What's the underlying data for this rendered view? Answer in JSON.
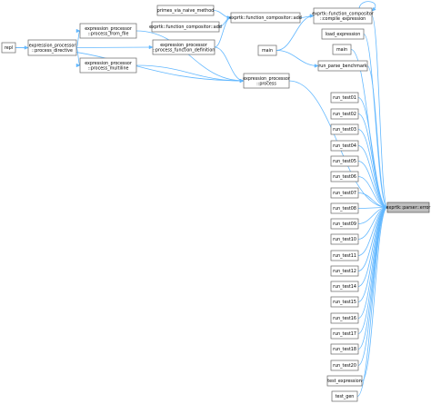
{
  "diagram": {
    "root": "exprtk::parser::error",
    "nodes": [
      {
        "id": "repl",
        "lines": [
          "repl"
        ]
      },
      {
        "id": "ep_process_directive",
        "lines": [
          "expression_processor",
          "::process_directive"
        ]
      },
      {
        "id": "ep_process_from_file",
        "lines": [
          "expression_processor",
          "::process_from_file"
        ]
      },
      {
        "id": "ep_process_multiline",
        "lines": [
          "expression_processor",
          "::process_multiline"
        ]
      },
      {
        "id": "primes_via_naive_method",
        "lines": [
          "primes_via_naive_method"
        ]
      },
      {
        "id": "fc_add_free",
        "lines": [
          "exprtk::function_compositor::add"
        ]
      },
      {
        "id": "ep_process_function_definition",
        "lines": [
          "expression_processor",
          "::process_function_definition"
        ]
      },
      {
        "id": "fc_add",
        "lines": [
          "exprtk::function_compositor::add"
        ]
      },
      {
        "id": "ep_process",
        "lines": [
          "expression_processor",
          "::process"
        ]
      },
      {
        "id": "main_a",
        "lines": [
          "main"
        ]
      },
      {
        "id": "fc_compile_expression",
        "lines": [
          "exprtk::function_compositor",
          "::compile_expression"
        ]
      },
      {
        "id": "load_expression",
        "lines": [
          "load_expression"
        ]
      },
      {
        "id": "main_b",
        "lines": [
          "main"
        ]
      },
      {
        "id": "run_parse_benchmark",
        "lines": [
          "run_parse_benchmark"
        ]
      },
      {
        "id": "run_test01",
        "lines": [
          "run_test01"
        ]
      },
      {
        "id": "run_test02",
        "lines": [
          "run_test02"
        ]
      },
      {
        "id": "run_test03",
        "lines": [
          "run_test03"
        ]
      },
      {
        "id": "run_test04",
        "lines": [
          "run_test04"
        ]
      },
      {
        "id": "run_test05",
        "lines": [
          "run_test05"
        ]
      },
      {
        "id": "run_test06",
        "lines": [
          "run_test06"
        ]
      },
      {
        "id": "run_test07",
        "lines": [
          "run_test07"
        ]
      },
      {
        "id": "run_test08",
        "lines": [
          "run_test08"
        ]
      },
      {
        "id": "run_test09",
        "lines": [
          "run_test09"
        ]
      },
      {
        "id": "run_test10",
        "lines": [
          "run_test10"
        ]
      },
      {
        "id": "run_test11",
        "lines": [
          "run_test11"
        ]
      },
      {
        "id": "run_test12",
        "lines": [
          "run_test12"
        ]
      },
      {
        "id": "run_test14",
        "lines": [
          "run_test14"
        ]
      },
      {
        "id": "run_test15",
        "lines": [
          "run_test15"
        ]
      },
      {
        "id": "run_test16",
        "lines": [
          "run_test16"
        ]
      },
      {
        "id": "run_test17",
        "lines": [
          "run_test17"
        ]
      },
      {
        "id": "run_test18",
        "lines": [
          "run_test18"
        ]
      },
      {
        "id": "run_test20",
        "lines": [
          "run_test20"
        ]
      },
      {
        "id": "test_expression",
        "lines": [
          "test_expression"
        ]
      },
      {
        "id": "test_gen",
        "lines": [
          "test_gen"
        ]
      },
      {
        "id": "parser_error",
        "lines": [
          "exprtk::parser::error"
        ]
      }
    ],
    "edges": [
      {
        "from": "repl",
        "to": "ep_process_directive"
      },
      {
        "from": "repl",
        "to": "ep_process"
      },
      {
        "from": "ep_process_directive",
        "to": "ep_process_from_file"
      },
      {
        "from": "ep_process_directive",
        "to": "ep_process_function_definition"
      },
      {
        "from": "ep_process_directive",
        "to": "ep_process_multiline"
      },
      {
        "from": "ep_process_from_file",
        "to": "ep_process"
      },
      {
        "from": "ep_process_multiline",
        "to": "ep_process"
      },
      {
        "from": "ep_process_function_definition",
        "to": "fc_add"
      },
      {
        "from": "ep_process_function_definition",
        "to": "ep_process"
      },
      {
        "from": "primes_via_naive_method",
        "to": "fc_add"
      },
      {
        "from": "fc_add_free",
        "to": "fc_add"
      },
      {
        "from": "fc_add",
        "to": "fc_compile_expression"
      },
      {
        "from": "main_a",
        "to": "fc_compile_expression"
      },
      {
        "from": "fc_compile_expression",
        "to": "fc_compile_expression"
      },
      {
        "from": "fc_compile_expression",
        "to": "parser_error"
      },
      {
        "from": "ep_process",
        "to": "parser_error"
      },
      {
        "from": "main_a",
        "to": "run_parse_benchmark"
      },
      {
        "from": "load_expression",
        "to": "parser_error"
      },
      {
        "from": "main_b",
        "to": "parser_error"
      },
      {
        "from": "run_parse_benchmark",
        "to": "parser_error"
      },
      {
        "from": "run_test01",
        "to": "parser_error"
      },
      {
        "from": "run_test02",
        "to": "parser_error"
      },
      {
        "from": "run_test03",
        "to": "parser_error"
      },
      {
        "from": "run_test04",
        "to": "parser_error"
      },
      {
        "from": "run_test05",
        "to": "parser_error"
      },
      {
        "from": "run_test06",
        "to": "parser_error"
      },
      {
        "from": "run_test07",
        "to": "parser_error"
      },
      {
        "from": "run_test08",
        "to": "parser_error"
      },
      {
        "from": "run_test09",
        "to": "parser_error"
      },
      {
        "from": "run_test10",
        "to": "parser_error"
      },
      {
        "from": "run_test11",
        "to": "parser_error"
      },
      {
        "from": "run_test12",
        "to": "parser_error"
      },
      {
        "from": "run_test14",
        "to": "parser_error"
      },
      {
        "from": "run_test15",
        "to": "parser_error"
      },
      {
        "from": "run_test16",
        "to": "parser_error"
      },
      {
        "from": "run_test17",
        "to": "parser_error"
      },
      {
        "from": "run_test18",
        "to": "parser_error"
      },
      {
        "from": "run_test20",
        "to": "parser_error"
      },
      {
        "from": "test_expression",
        "to": "parser_error"
      },
      {
        "from": "test_gen",
        "to": "parser_error"
      }
    ],
    "colors": {
      "edge": "#63b8ff",
      "node_border": "#666666",
      "root_fill": "#bfbfbf"
    }
  }
}
